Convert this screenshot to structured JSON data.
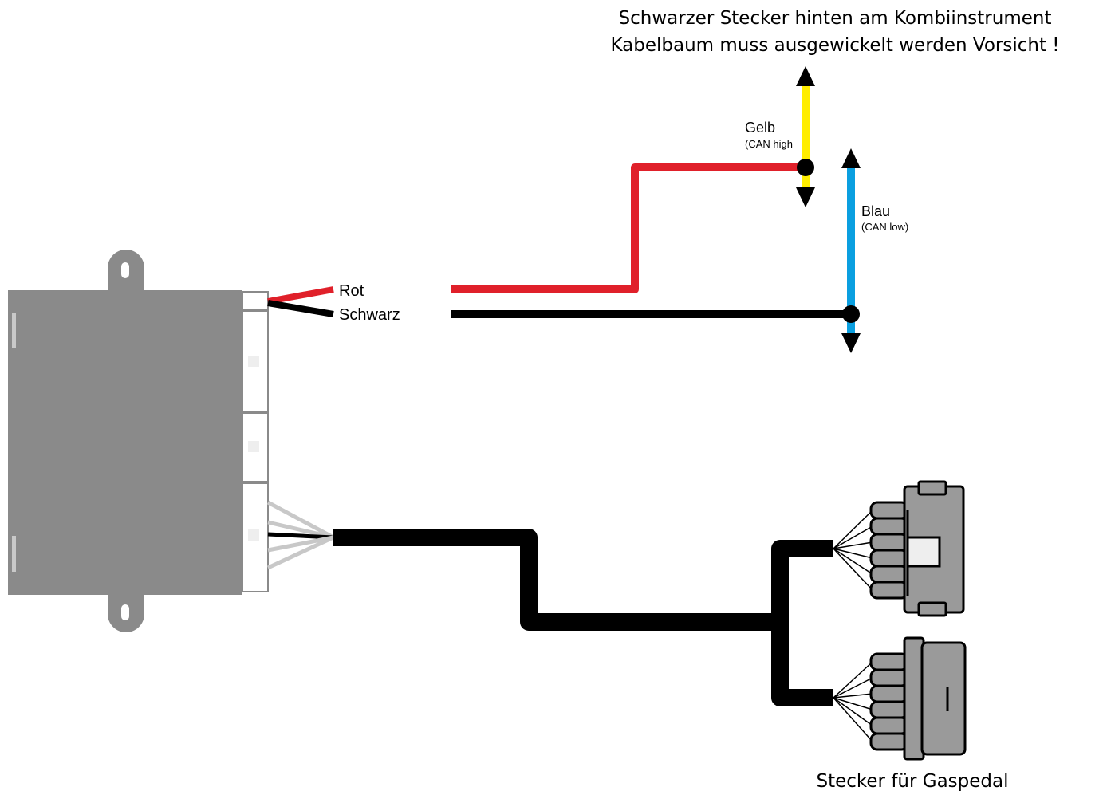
{
  "title_line1": "Schwarzer Stecker hinten am Kombiinstrument",
  "title_line2": "Kabelbaum muss ausgewickelt werden Vorsicht !",
  "labels": {
    "rot": "Rot",
    "schwarz": "Schwarz",
    "gelb": "Gelb",
    "gelb_sub": "(CAN high",
    "blau": "Blau",
    "blau_sub": "(CAN low)",
    "gaspedal": "Stecker für Gaspedal"
  },
  "colors": {
    "red_wire": "#e0202a",
    "black_wire": "#000000",
    "yellow_wire": "#ffed00",
    "blue_wire": "#0a9fe0",
    "module_gray": "#8a8a8a",
    "connector_gray": "#9a9a9a",
    "gray_wire": "#c8c8c8"
  }
}
